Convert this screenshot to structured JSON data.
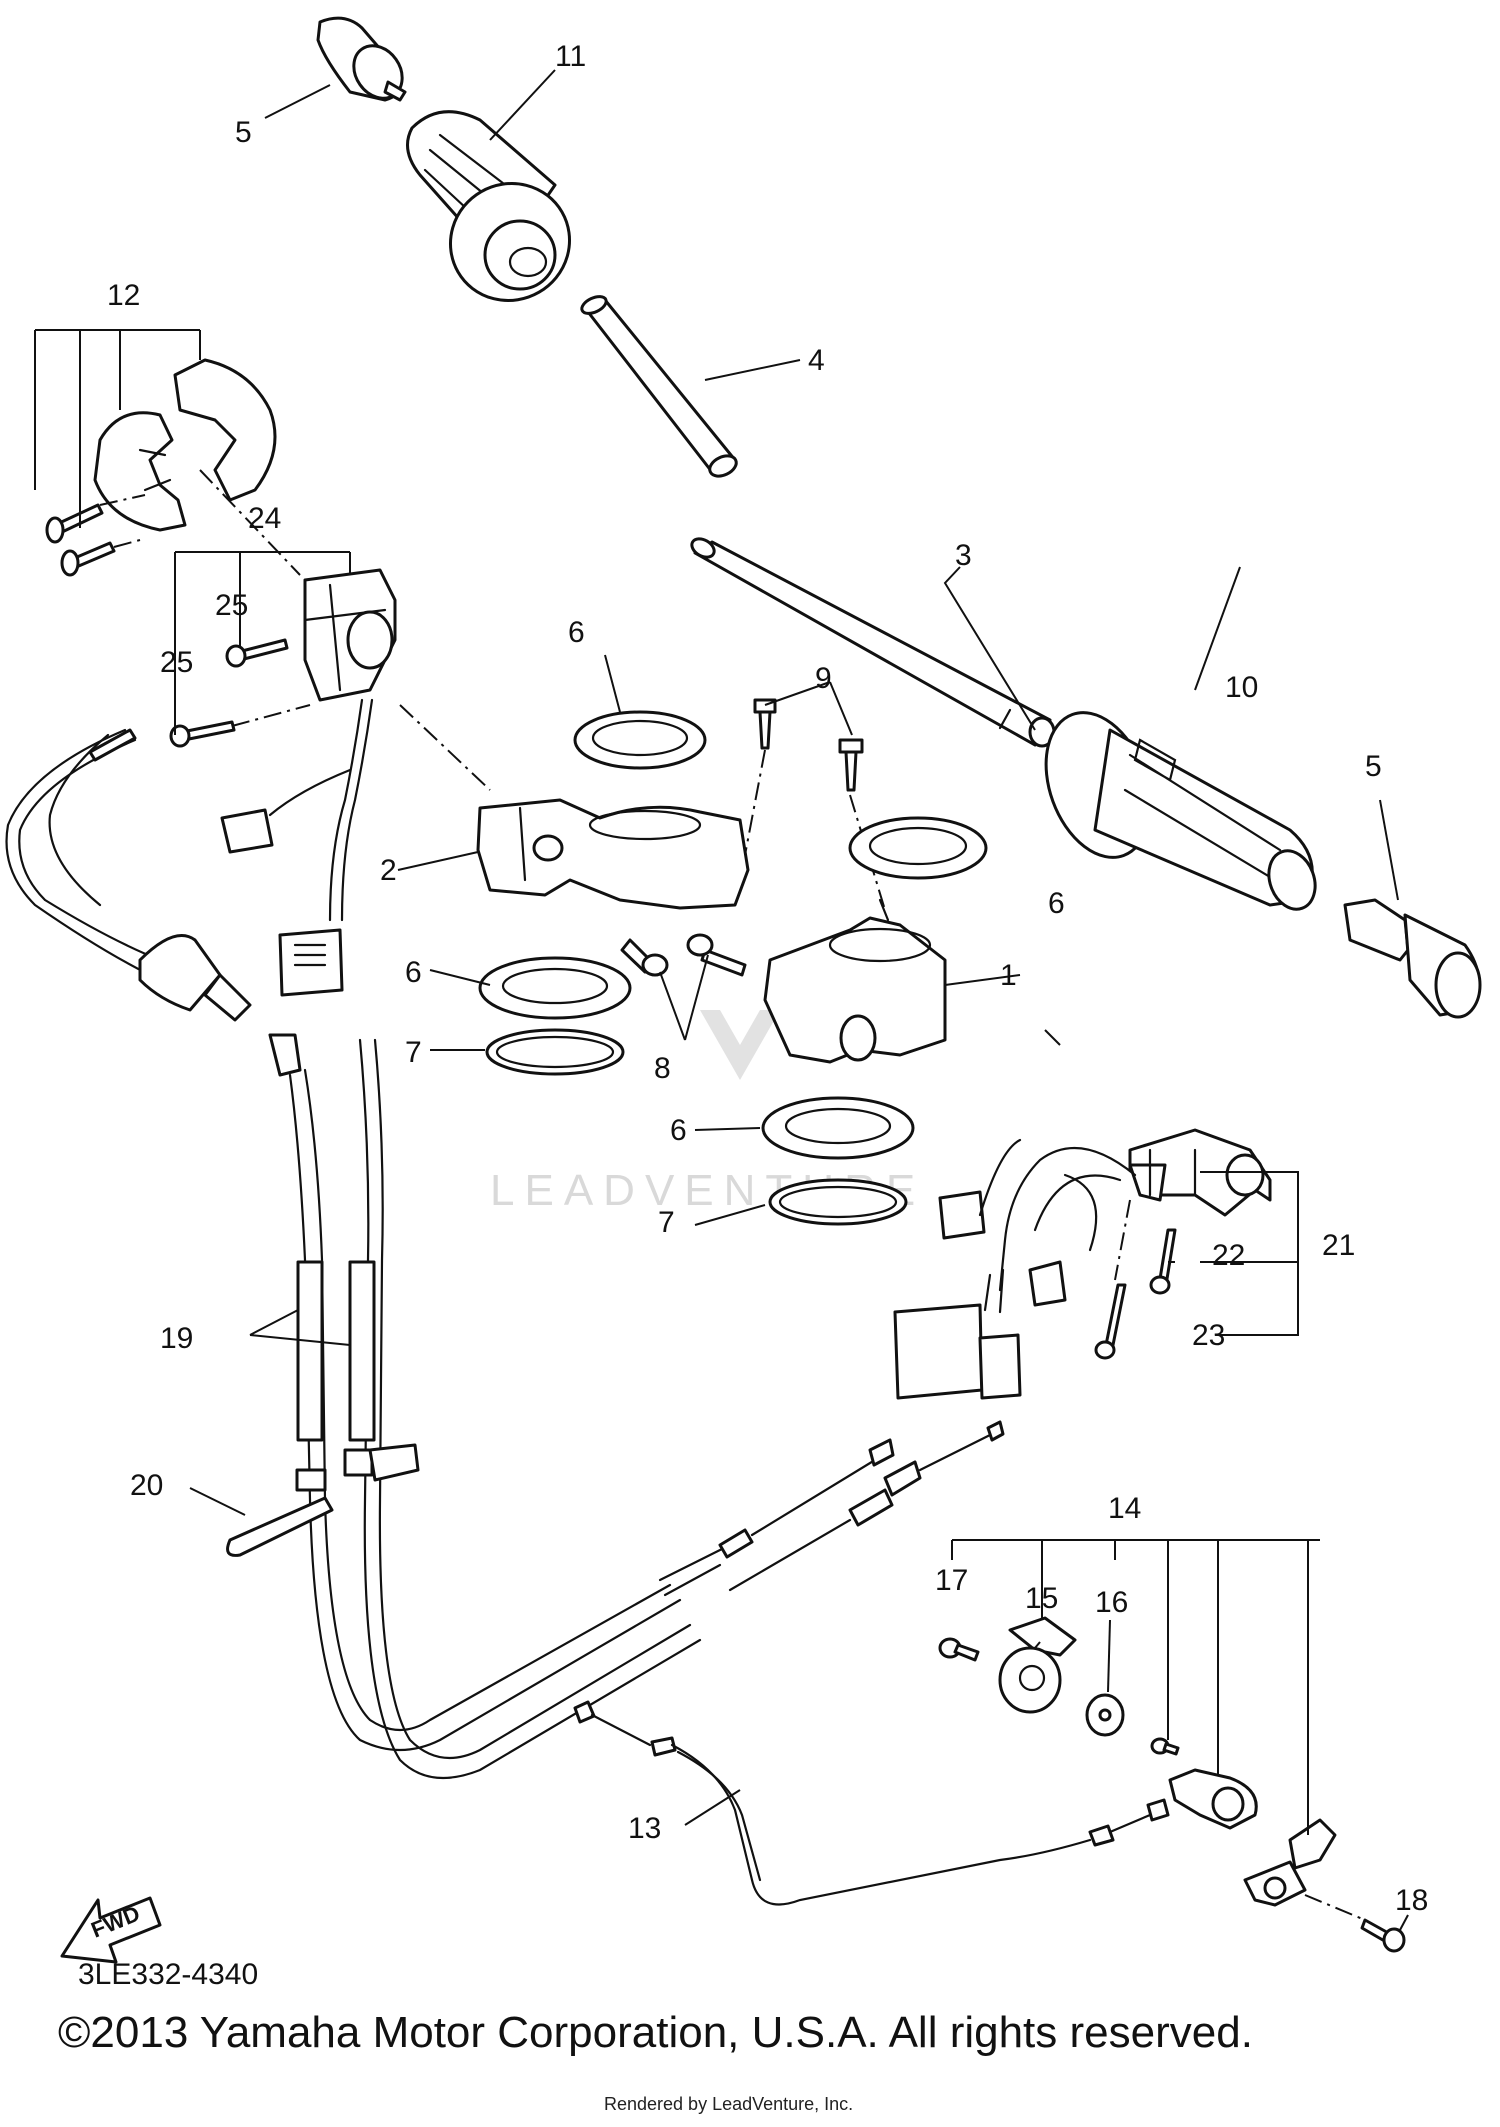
{
  "diagram": {
    "part_code": "3LE332-4340",
    "copyright": "©2013 Yamaha Motor Corporation, U.S.A. All rights reserved.",
    "rendered_by": "Rendered by LeadVenture, Inc.",
    "watermark": "LEADVENTURE",
    "fwd_label": "FWD",
    "callouts": [
      "1",
      "2",
      "3",
      "4",
      "5",
      "5",
      "6",
      "6",
      "6",
      "6",
      "7",
      "7",
      "8",
      "9",
      "10",
      "11",
      "12",
      "13",
      "14",
      "15",
      "16",
      "17",
      "18",
      "19",
      "20",
      "21",
      "22",
      "23",
      "24",
      "25",
      "25"
    ]
  }
}
